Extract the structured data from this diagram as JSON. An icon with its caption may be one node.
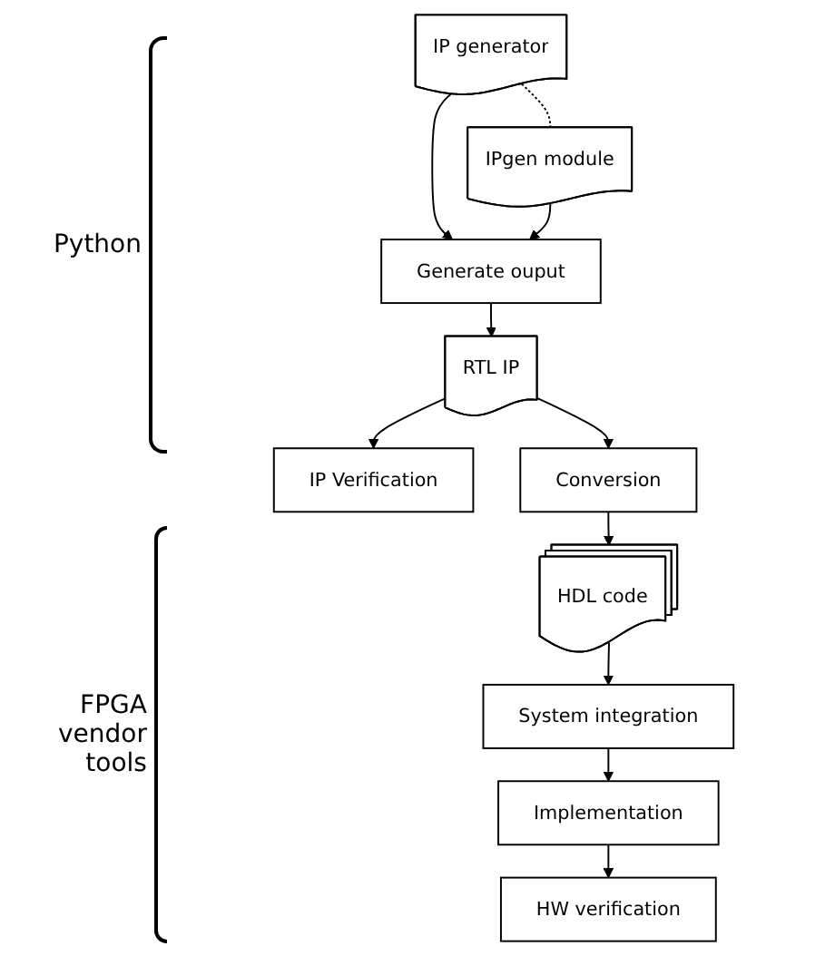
{
  "diagram": {
    "nodes": [
      {
        "text": [
          "IP generator"
        ]
      },
      {
        "text": [
          "IPgen module"
        ]
      },
      {
        "text": [
          "Generate ouput"
        ]
      },
      {
        "text": [
          "RTL IP"
        ]
      },
      {
        "text": [
          "IP Verification"
        ]
      },
      {
        "text": [
          "Conversion"
        ]
      },
      {
        "text": [
          "HDL code"
        ]
      },
      {
        "text": [
          "System integration"
        ]
      },
      {
        "text": [
          "Implementation"
        ]
      },
      {
        "text": [
          "HW verification"
        ]
      }
    ],
    "edges": [
      {
        "from": 0,
        "to": 1,
        "arrow": "none",
        "style": "dashed"
      },
      {
        "from": 0,
        "to": 2,
        "arrow": "to"
      },
      {
        "from": 1,
        "to": 2,
        "arrow": "to"
      },
      {
        "from": 2,
        "to": 3,
        "arrow": "to"
      },
      {
        "from": 3,
        "to": 4,
        "arrow": "to"
      },
      {
        "from": 3,
        "to": 5,
        "arrow": "to"
      },
      {
        "from": 5,
        "to": 6,
        "arrow": "to"
      },
      {
        "from": 6,
        "to": 7,
        "arrow": "to"
      },
      {
        "from": 7,
        "to": 8,
        "arrow": "to"
      },
      {
        "from": 8,
        "to": 9,
        "arrow": "to"
      }
    ],
    "labels": [
      "Python",
      "FPGA vendor tools"
    ]
  }
}
